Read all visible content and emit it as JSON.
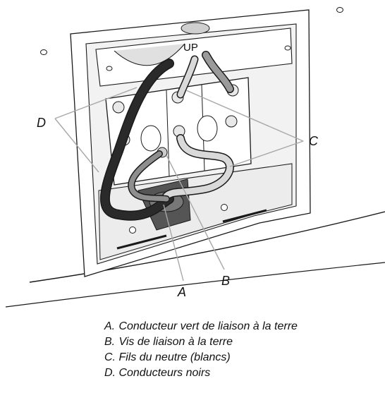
{
  "diagram": {
    "top_label": "UP",
    "callouts": {
      "a": "A",
      "b": "B",
      "c": "C",
      "d": "D"
    }
  },
  "legend": [
    {
      "letter": "A.",
      "text": "Conducteur vert de liaison à la terre"
    },
    {
      "letter": "B.",
      "text": "Vis de liaison à la terre"
    },
    {
      "letter": "C.",
      "text": "Fils du neutre (blancs)"
    },
    {
      "letter": "D.",
      "text": "Conducteurs noirs"
    }
  ],
  "colors": {
    "line": "#1a1a1a",
    "black_wire": "#2a2a2a",
    "neutral_wire": "#d9d9d9",
    "ground_wire": "#8e8e8e",
    "leader": "#a8a8a8"
  }
}
